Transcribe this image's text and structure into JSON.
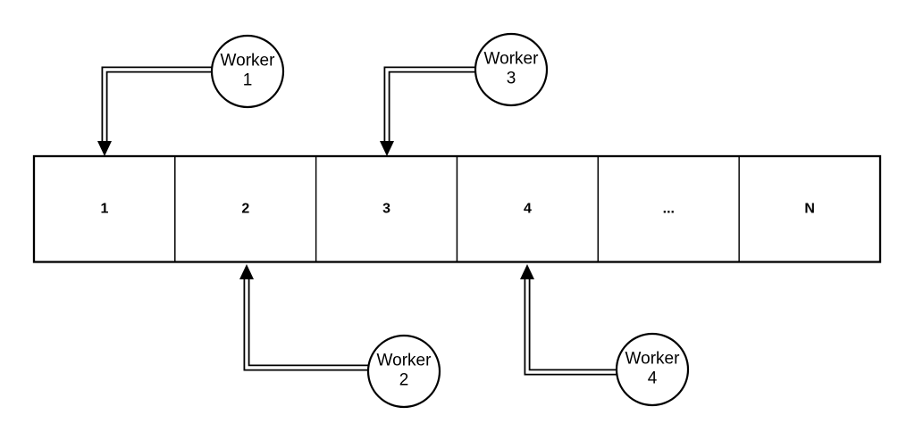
{
  "diagram": {
    "background_color": "#ffffff",
    "line_color": "#000000",
    "array": {
      "cells": [
        {
          "label": "1"
        },
        {
          "label": "2"
        },
        {
          "label": "3"
        },
        {
          "label": "4"
        },
        {
          "label": "..."
        },
        {
          "label": "N"
        }
      ]
    },
    "workers": [
      {
        "name_line1": "Worker",
        "name_line2": "1",
        "points_to_cell": "1",
        "position": "top"
      },
      {
        "name_line1": "Worker",
        "name_line2": "2",
        "points_to_cell": "2",
        "position": "bottom"
      },
      {
        "name_line1": "Worker",
        "name_line2": "3",
        "points_to_cell": "3",
        "position": "top"
      },
      {
        "name_line1": "Worker",
        "name_line2": "4",
        "points_to_cell": "4",
        "position": "bottom"
      }
    ]
  }
}
